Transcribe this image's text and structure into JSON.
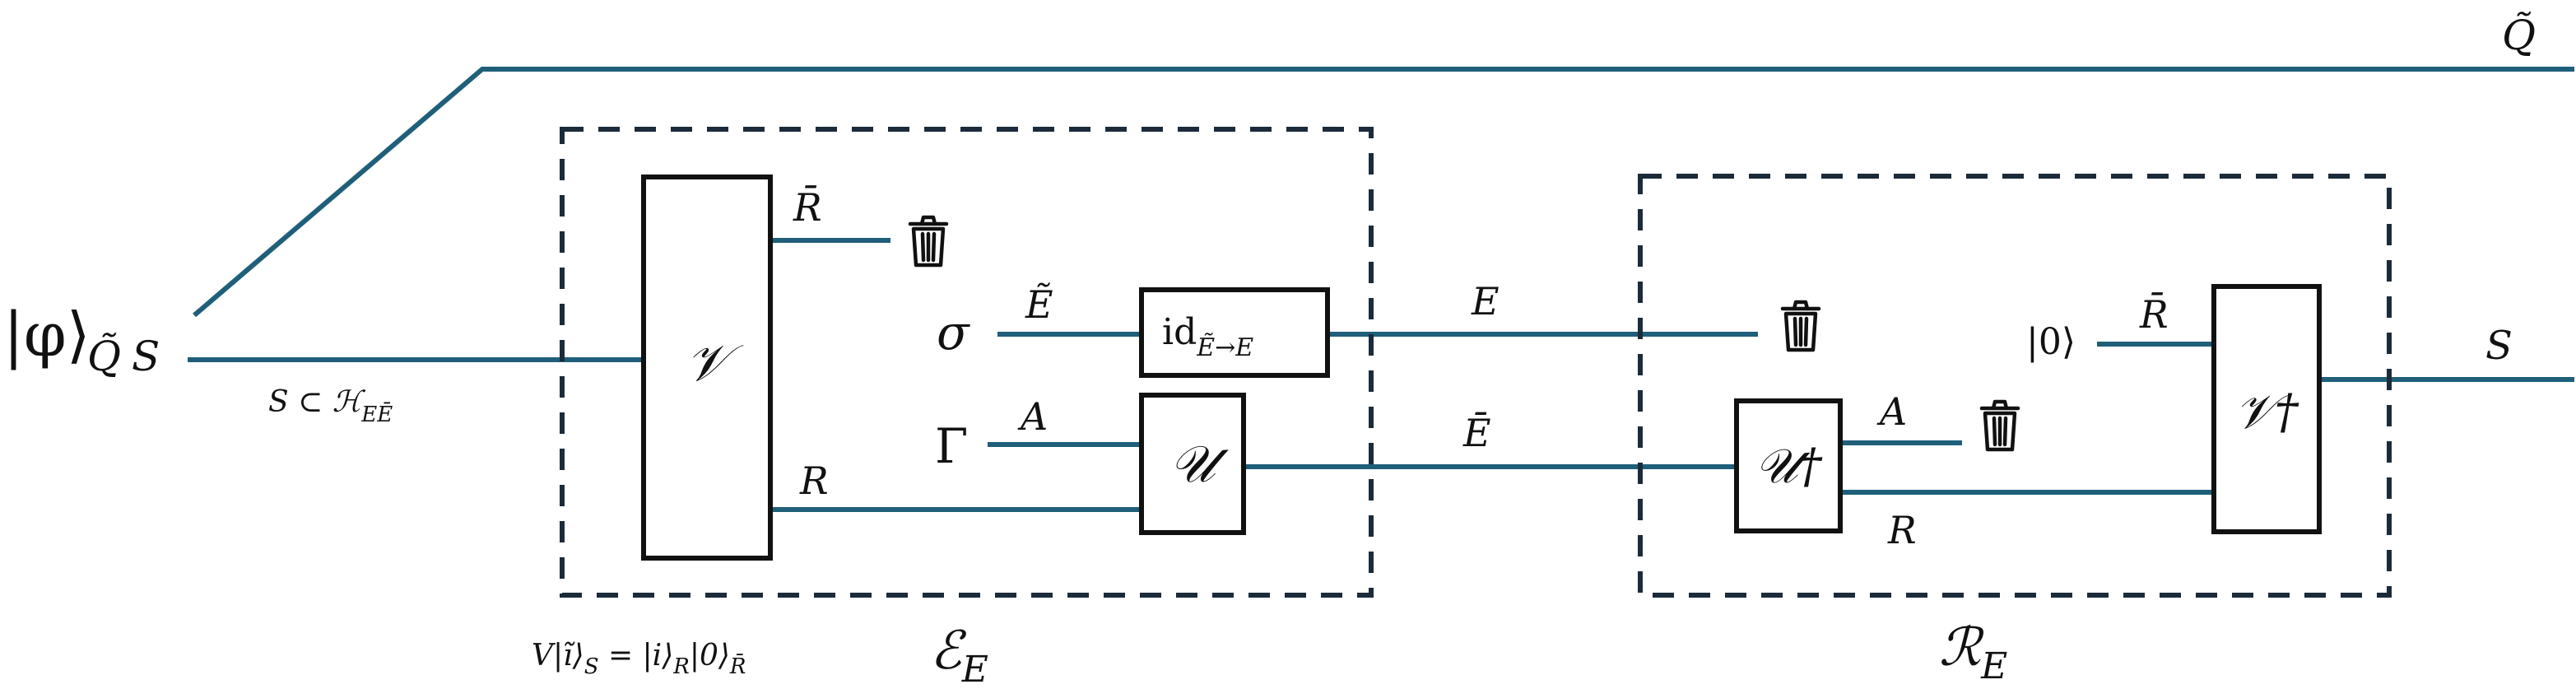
{
  "colors": {
    "wire": "#1f5f7a",
    "box_stroke": "#111111",
    "dashed_box": "#1b2b3a"
  },
  "labels": {
    "input_state_ket": "|φ⟩",
    "input_state_sub_q": "Q̃",
    "input_state_sub_s": "S",
    "subspace_note": "S ⊂ ℋ",
    "subspace_note_sub": "EĒ",
    "top_output": "Q̃",
    "isometry_note_lhs": "V|ĩ⟩",
    "isometry_note_lhs_sub": "S",
    "isometry_note_eq": " = |i⟩",
    "isometry_note_r": "R",
    "isometry_note_zero": "|0⟩",
    "isometry_note_rbar": "R̄"
  },
  "encoder": {
    "caption": "ℰ",
    "caption_sub": "E",
    "gate_v": "𝒱",
    "wire_rbar": "R̄",
    "wire_r": "R",
    "sigma": "σ",
    "wire_etilde": "Ẽ",
    "id_gate": "id",
    "id_gate_sub": "Ẽ→E",
    "gamma": "Γ",
    "wire_a": "A",
    "gate_u": "𝒰"
  },
  "channel": {
    "wire_e": "E",
    "wire_ebar": "Ē"
  },
  "recovery": {
    "caption": "ℛ",
    "caption_sub": "E",
    "gate_udag": "𝒰†",
    "wire_a": "A",
    "wire_r": "R",
    "ket_zero": "|0⟩",
    "wire_rbar": "R̄",
    "gate_vdag": "𝒱†",
    "output_s": "S"
  },
  "icons": [
    "trash-icon"
  ]
}
